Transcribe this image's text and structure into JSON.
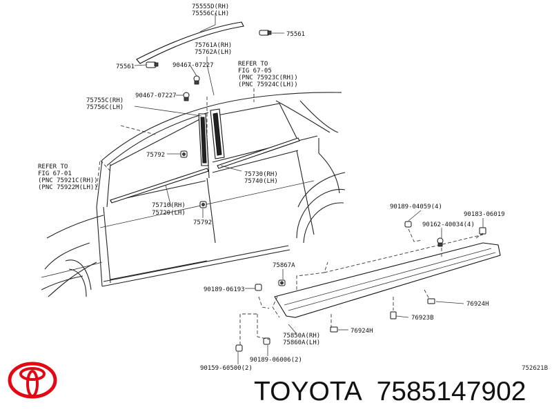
{
  "callouts": {
    "molding_roof_rh": "75555D(RH)",
    "molding_roof_lh": "75556C(LH)",
    "clip_75561_right": "75561",
    "clip_75561_left": "75561",
    "molding_761_rh": "75761A(RH)",
    "molding_762_lh": "75762A(LH)",
    "screw_90467_top": "90467-07227",
    "refer_05_line1": "REFER TO",
    "refer_05_line2": "FIG 67-05",
    "refer_05_line3": "(PNC 75923C(RH))",
    "refer_05_line4": "(PNC 75924C(LH))",
    "molding_755c_rh": "75755C(RH)",
    "molding_756c_lh": "75756C(LH)",
    "screw_90467_mid": "90467-07227",
    "clip_75792_top": "75792",
    "refer_01_line1": "REFER TO",
    "refer_01_line2": "FIG 67-01",
    "refer_01_line3": "(PNC 75921C(RH))",
    "refer_01_line4": "(PNC 75922M(LH))",
    "molding_730_rh": "75730(RH)",
    "molding_740_lh": "75740(LH)",
    "molding_710_rh": "75710(RH)",
    "molding_720_lh": "75720(LH)",
    "clip_75792_bottom": "75792",
    "screw_90189_04059": "90189-04059(4)",
    "screw_90183_06019": "90183-06019",
    "screw_90162_40034": "90162-40034(4)",
    "clip_75867a": "75867A",
    "screw_90189_06193": "90189-06193",
    "clip_76924h_right": "76924H",
    "clip_76923b": "76923B",
    "clip_76924h_left": "76924H",
    "molding_850a_rh": "75850A(RH)",
    "molding_860a_lh": "75860A(LH)",
    "screw_90189_06006": "90189-06006(2)",
    "screw_90159_60500": "90159-60500(2)"
  },
  "drawing_code": "752621B",
  "brand": "TOYOTA",
  "part_number": "7585147902",
  "logo_icon": "toyota-logo-icon",
  "colors": {
    "logo_red": "#e30613",
    "ink": "#111111"
  }
}
